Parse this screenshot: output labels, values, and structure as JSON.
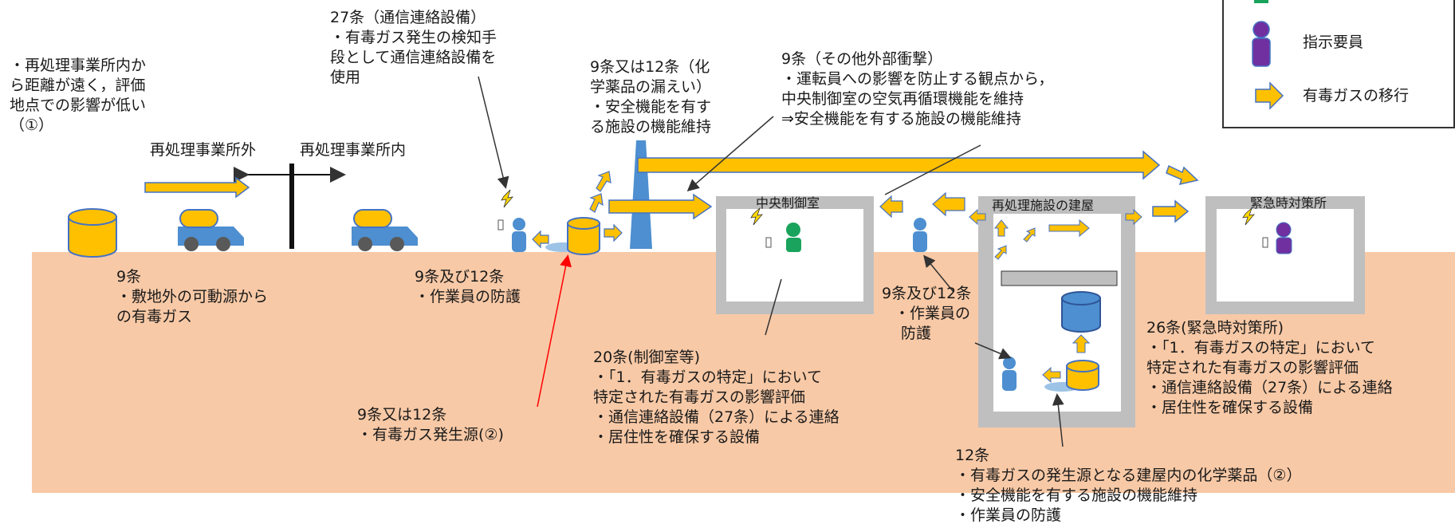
{
  "legend": {
    "item_instruction": "指示要員",
    "item_gas": "有毒ガスの移行"
  },
  "labels": {
    "outside_site": "再処理事業所外",
    "inside_site": "再処理事業所内",
    "control_room": "中央制御室",
    "facility_building": "再処理施設の建屋",
    "emergency_office": "緊急時対策所"
  },
  "notes": {
    "far": [
      "・再処理事業所内か",
      "ら距離が遠く，評価",
      "地点での影響が低い",
      "（①）"
    ],
    "art27": [
      "27条（通信連絡設備）",
      "・有毒ガス発生の検知手",
      "段として通信連絡設備を",
      "使用"
    ],
    "art9or12_leak": [
      "9条又は12条（化",
      "学薬品の漏えい）",
      "・安全機能を有す",
      "る施設の機能維持"
    ],
    "art9_other": [
      "9条（その他外部衝撃）",
      "・運転員への影響を防止する観点から，",
      "中央制御室の空気再循環機能を維持",
      "⇒安全機能を有する施設の機能維持"
    ],
    "art9_offsite": [
      "9条",
      "・敷地外の可動源から",
      "の有毒ガス"
    ],
    "art9_12_worker_left": [
      "9条及び12条",
      "・作業員の防護"
    ],
    "art9_12_worker_mid": [
      "9条及び12条",
      "・作業員の",
      "防護"
    ],
    "art20": [
      "20条(制御室等)",
      "・「1．有毒ガスの特定」において",
      "特定された有毒ガスの影響評価",
      "・通信連絡設備（27条）による連絡",
      "・居住性を確保する設備"
    ],
    "art9or12_source": [
      "9条又は12条",
      "・有毒ガス発生源(②)"
    ],
    "art26": [
      "26条(緊急時対策所)",
      "・「1．有毒ガスの特定」において",
      "特定された有毒ガスの影響評価",
      "・通信連絡設備（27条）による連絡",
      "・居住性を確保する設備"
    ],
    "art12": [
      "12条",
      "・有毒ガスの発生源となる建屋内の化学薬品（②）",
      "・安全機能を有する施設の機能維持",
      "・作業員の防護"
    ]
  },
  "colors": {
    "ground": "#f8c9a6",
    "gas_arrow": "#ffc000",
    "gas_arrow_edge": "#4472c4",
    "person_blue": "#4d8fd0",
    "person_green": "#1aa35c",
    "person_purple": "#7030a0",
    "tank_yellow": "#ffc000",
    "tank_blue": "#4d8fd0",
    "truck_blue": "#4d8fd0",
    "wall_gray": "#bfbfbf",
    "leader_red": "#ff0000"
  }
}
